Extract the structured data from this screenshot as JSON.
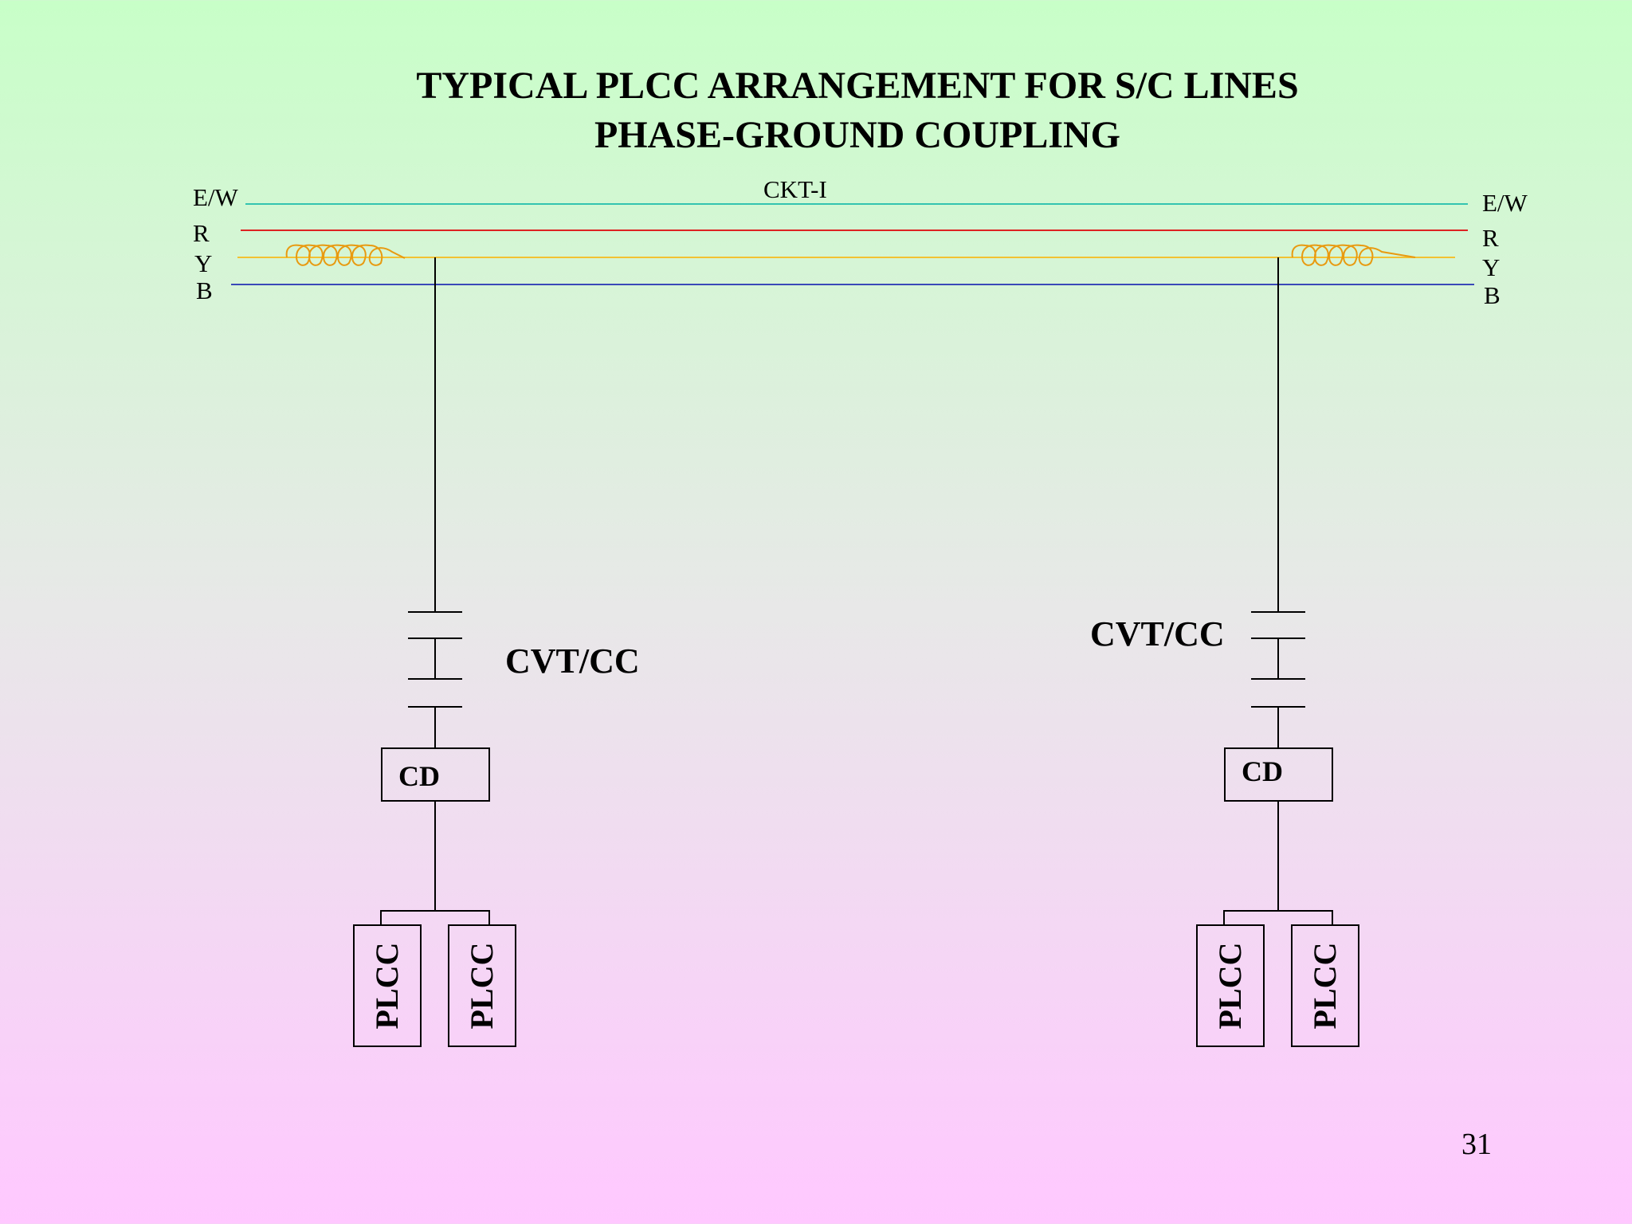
{
  "title": {
    "line1": "TYPICAL PLCC ARRANGEMENT FOR S/C LINES",
    "line2": "PHASE-GROUND COUPLING"
  },
  "circuit_label": "CKT-I",
  "conductors": {
    "left": {
      "ew": "E/W",
      "r": "R",
      "y": "Y",
      "b": "B"
    },
    "right": {
      "ew": "E/W",
      "r": "R",
      "y": "Y",
      "b": "B"
    },
    "colors": {
      "ew": "#33c4b0",
      "r": "#dd2222",
      "y": "#f2c232",
      "b": "#3a48b8",
      "trap": "#e89a10"
    }
  },
  "left_end": {
    "cvt_label": "CVT/CC",
    "cd_label": "CD",
    "plcc": [
      "PLCC",
      "PLCC"
    ]
  },
  "right_end": {
    "cvt_label": "CVT/CC",
    "cd_label": "CD",
    "plcc": [
      "PLCC",
      "PLCC"
    ]
  },
  "page_number": "31"
}
